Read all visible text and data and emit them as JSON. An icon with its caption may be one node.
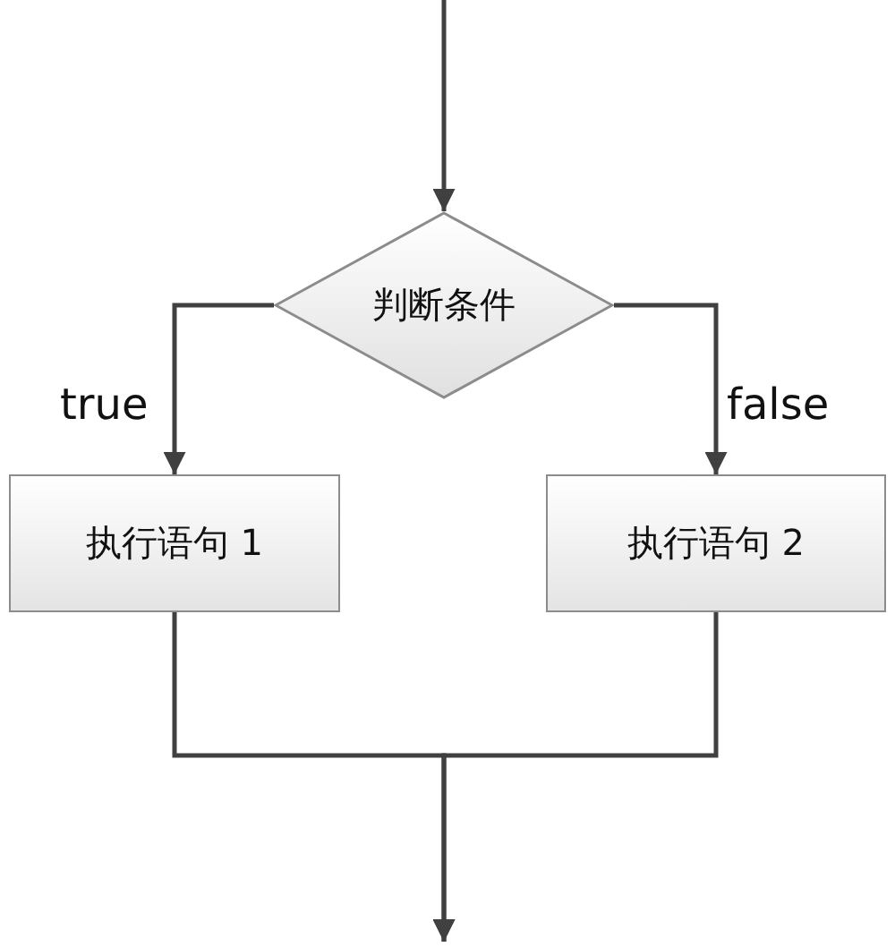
{
  "diagram": {
    "nodes": [
      {
        "text": [
          "判断条件"
        ]
      },
      {
        "text": [
          "执行语句 1"
        ]
      },
      {
        "text": [
          "执行语句 2"
        ]
      }
    ],
    "edges": [
      {
        "from": null,
        "to": 0,
        "arrow": "to"
      },
      {
        "from": 0,
        "to": 1,
        "arrow": "to",
        "label": "true"
      },
      {
        "from": 0,
        "to": 2,
        "arrow": "to",
        "label": "false"
      },
      {
        "from": 1,
        "to": null,
        "arrow": "to"
      },
      {
        "from": 2,
        "to": null,
        "arrow": "to"
      }
    ]
  }
}
